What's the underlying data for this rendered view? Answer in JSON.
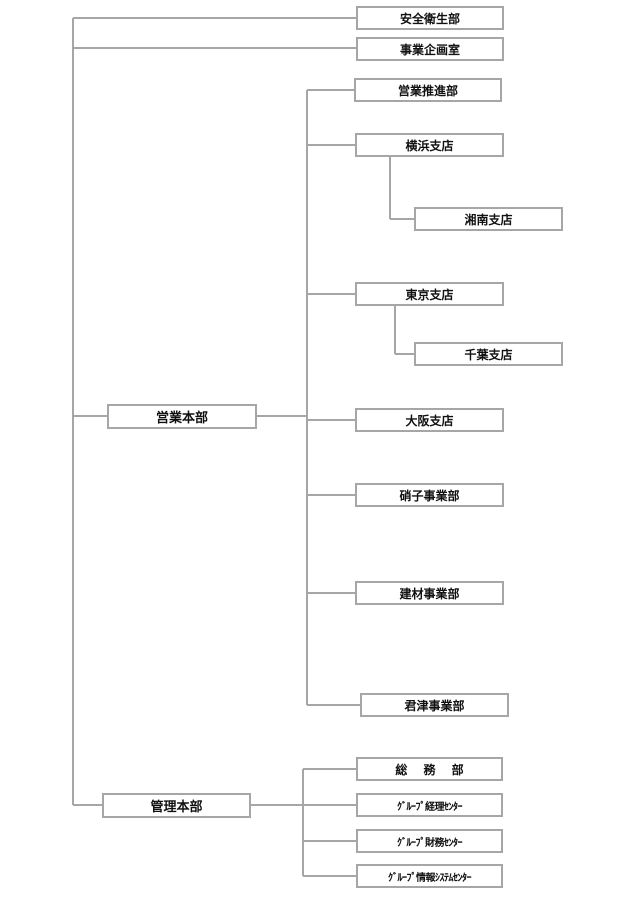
{
  "org": {
    "anzen": "安全衛生部",
    "kikaku": "事業企画室",
    "eigyo_honbu": "営業本部",
    "eigyo_suishin": "営業推進部",
    "yokohama": "横浜支店",
    "shonan": "湘南支店",
    "tokyo": "東京支店",
    "chiba": "千葉支店",
    "osaka": "大阪支店",
    "garasu": "硝子事業部",
    "kenzai": "建材事業部",
    "kimitsu": "君津事業部",
    "kanri_honbu": "管理本部",
    "somu": "総 務 部",
    "keiri": "ｸﾞﾙｰﾌﾟ経理ｾﾝﾀｰ",
    "zaimu": "ｸﾞﾙｰﾌﾟ財務ｾﾝﾀｰ",
    "joho": "ｸﾞﾙｰﾌﾟ情報ｼｽﾃﾑｾﾝﾀｰ"
  },
  "colors": {
    "line": "#a6a6a6",
    "border": "#a6a6a6",
    "text": "#111111"
  }
}
